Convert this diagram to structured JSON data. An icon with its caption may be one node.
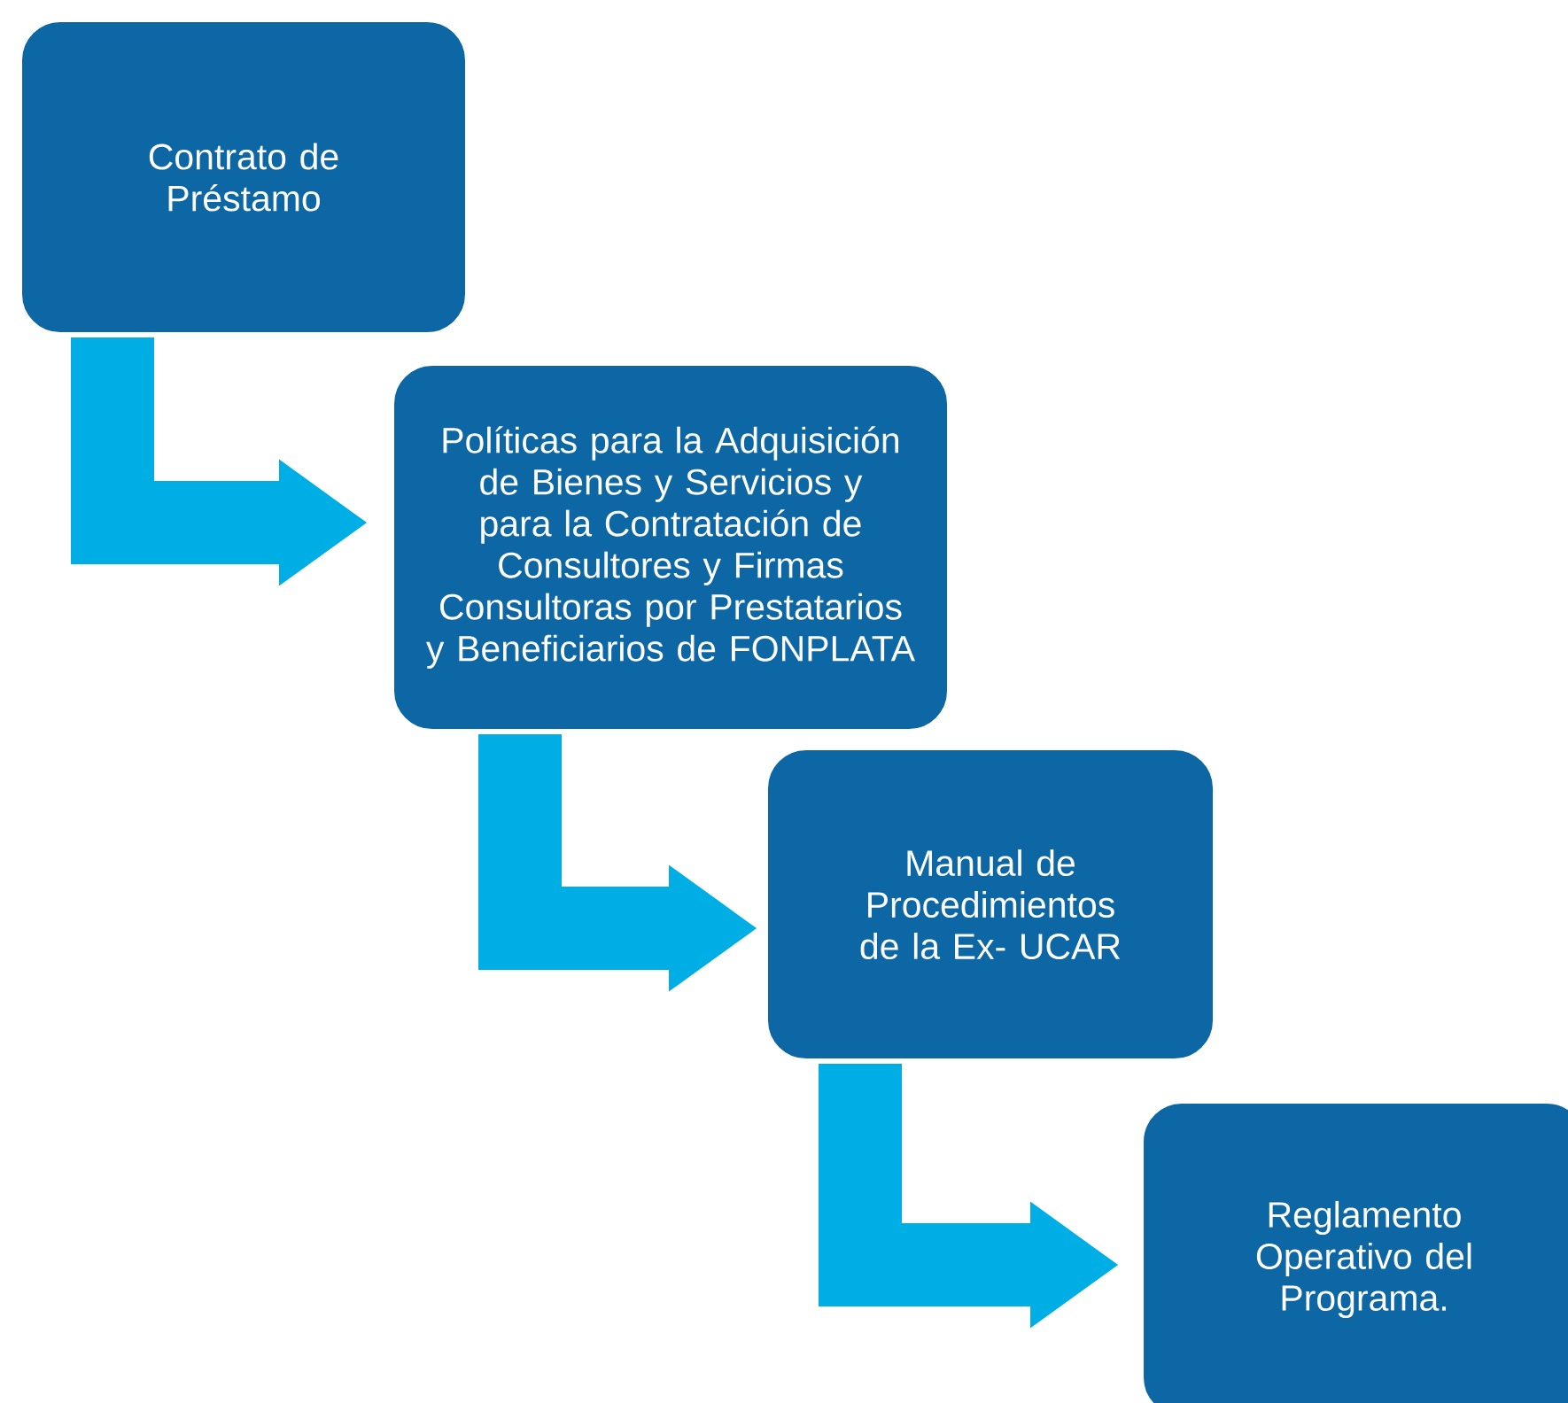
{
  "diagram": {
    "nodes": [
      {
        "text": [
          "Contrato de Préstamo"
        ]
      },
      {
        "text": [
          "Políticas para la Adquisición de Bienes y Servicios y para la Contratación de Consultores y Firmas Consultoras por Prestatarios y Beneficiarios de FONPLATA"
        ]
      },
      {
        "text": [
          "Manual de Procedimientos de la Ex- UCAR"
        ]
      },
      {
        "text": [
          "Reglamento Operativo del Programa."
        ]
      }
    ],
    "edges": [
      {
        "from": 0,
        "to": 1,
        "arrow": "to"
      },
      {
        "from": 1,
        "to": 2,
        "arrow": "to"
      },
      {
        "from": 2,
        "to": 3,
        "arrow": "to"
      }
    ]
  }
}
